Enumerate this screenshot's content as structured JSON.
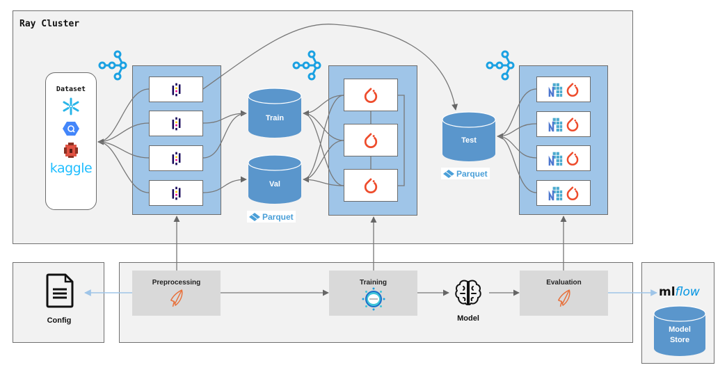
{
  "cluster": {
    "title": "Ray Cluster"
  },
  "dataset": {
    "title": "Dataset",
    "sources": [
      "snowflake-icon",
      "bigquery-icon",
      "s3-icon",
      "kaggle-logo"
    ],
    "kaggle_text": "kaggle"
  },
  "preprocess_workers": {
    "icon": "pandas-icon",
    "count": 4
  },
  "storage": {
    "train_label": "Train",
    "val_label": "Val",
    "test_label": "Test",
    "format_label": "Parquet"
  },
  "train_workers": {
    "icon": "pytorch-icon",
    "count": 3
  },
  "eval_workers": {
    "icons": [
      "numpy-icon",
      "pytorch-icon"
    ],
    "count": 4
  },
  "pipeline": {
    "config_label": "Config",
    "stages": [
      {
        "label": "Preprocessing",
        "icon": "feather-icon"
      },
      {
        "label": "Training",
        "icon": "training-badge-icon"
      },
      {
        "label": "Evaluation",
        "icon": "feather-icon"
      }
    ],
    "model_label": "Model"
  },
  "model_store": {
    "brand_prefix": "ml",
    "brand_suffix": "flow",
    "label_line1": "Model",
    "label_line2": "Store"
  },
  "colors": {
    "panel_bg": "#f2f2f2",
    "group_blue": "#9fc5e8",
    "cylinder_blue": "#5a96cc",
    "ray_blue": "#1ba1e2",
    "pytorch_red": "#ee4c2c",
    "stage_gray": "#d9d9d9",
    "config_arrow": "#9fc5e8"
  }
}
